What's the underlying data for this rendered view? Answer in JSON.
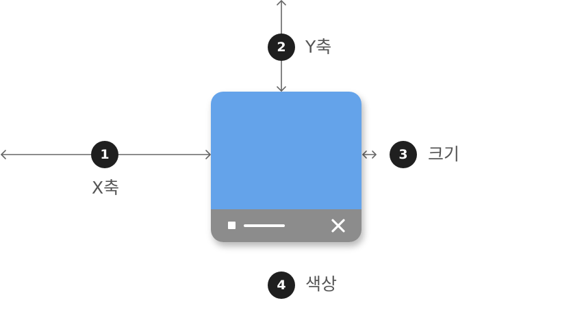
{
  "annotations": [
    {
      "number": "1",
      "label": "X축"
    },
    {
      "number": "2",
      "label": "Y축"
    },
    {
      "number": "3",
      "label": "크기"
    },
    {
      "number": "4",
      "label": "색상"
    }
  ],
  "colors": {
    "widget_body": "#64a3ea",
    "widget_bar": "#8c8c8c",
    "badge": "#1f1f1f",
    "arrow": "#666666",
    "label_text": "#555555"
  },
  "icons": {
    "bar_left": "square-icon",
    "bar_middle": "line-icon",
    "bar_right": "close-icon"
  }
}
